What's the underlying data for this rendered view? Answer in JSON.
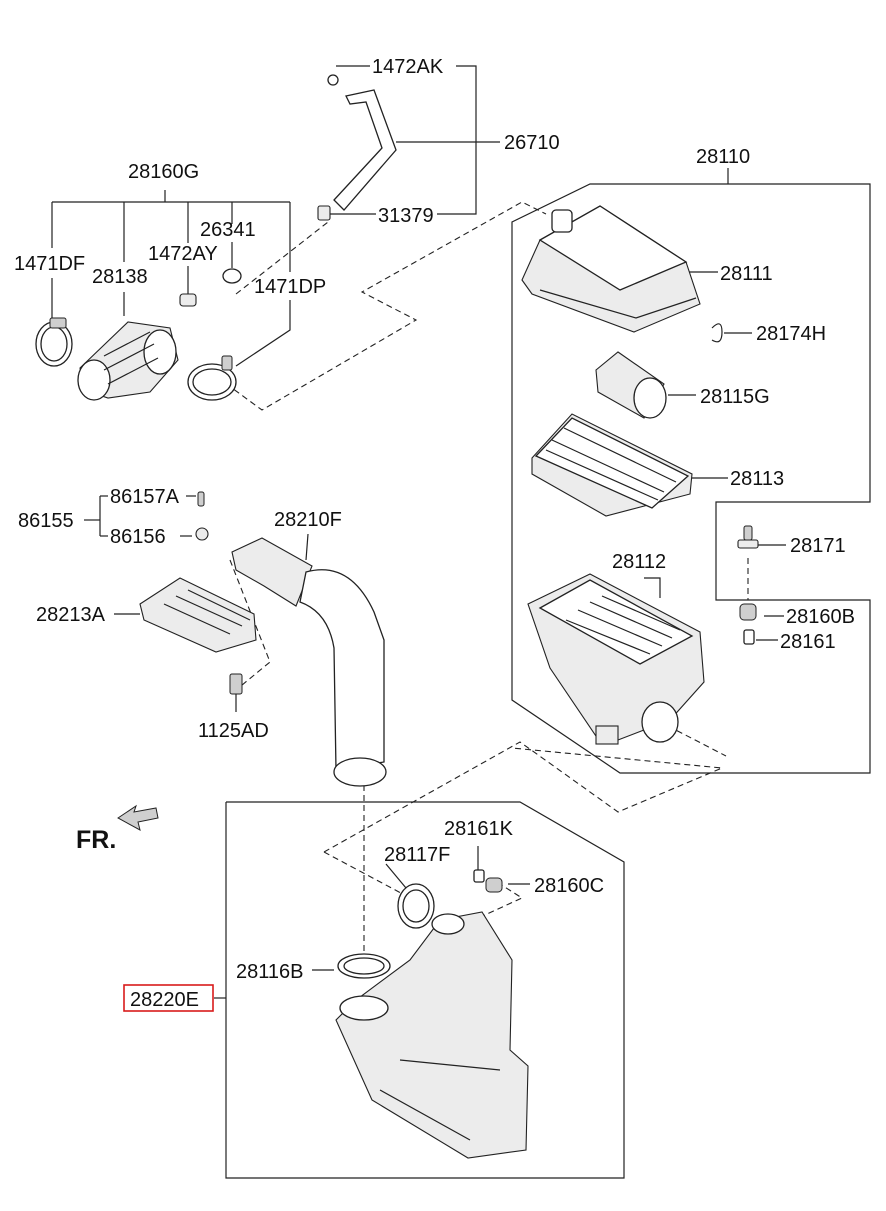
{
  "part_labels": {
    "p1472AK": "1472AK",
    "p26710": "26710",
    "p28160G": "28160G",
    "p26341": "26341",
    "p31379": "31379",
    "p1472AY": "1472AY",
    "p1471DF": "1471DF",
    "p28138": "28138",
    "p1471DP": "1471DP",
    "p28110": "28110",
    "p28111": "28111",
    "p28174H": "28174H",
    "p28115G": "28115G",
    "p28113": "28113",
    "p28171": "28171",
    "p28112": "28112",
    "p28160B": "28160B",
    "p28161": "28161",
    "p86157A": "86157A",
    "p86155": "86155",
    "p86156": "86156",
    "p28210F": "28210F",
    "p28213A": "28213A",
    "p1125AD": "1125AD",
    "p28161K": "28161K",
    "p28117F": "28117F",
    "p28160C": "28160C",
    "p28116B": "28116B",
    "p28220E": "28220E"
  },
  "direction_marker": "FR.",
  "highlight_color": "#d81b1b",
  "line_color": "#222222"
}
